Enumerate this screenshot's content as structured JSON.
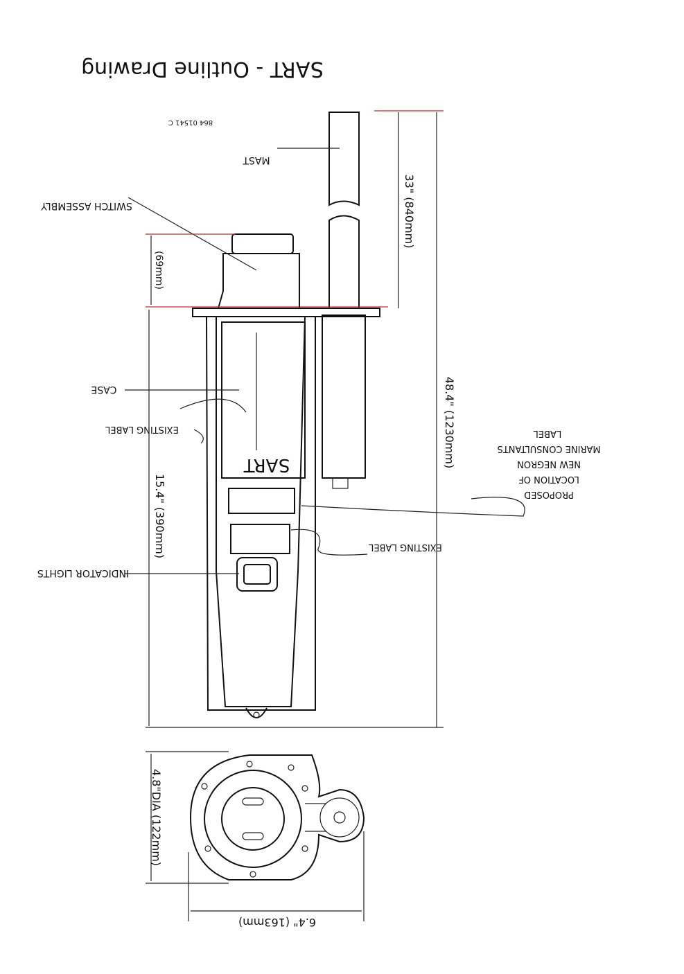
{
  "title": "SART - Outline Drawing",
  "drawing_number": "864 01541 C",
  "labels": {
    "mast": "MAST",
    "switch_assembly": "SWITCH ASSEMBLY",
    "case": "CASE",
    "existing_label_1": "EXISTING LABEL",
    "existing_label_2": "EXISTING LABEL",
    "sart_marking": "SART",
    "indicator_lights": "INDICATOR LIGHTS",
    "proposed": [
      "PROPOSED",
      "LOCATION OF",
      "NEW NEGRON",
      "MARINE CONSULTANTS",
      "LABEL"
    ]
  },
  "dimensions": {
    "mast": "33\" (840mm)",
    "overall": "48.4\" (1230mm)",
    "case": "15.4\" (390mm)",
    "switch": "(69mm)",
    "diameter": "4.8\"DIA (122mm)",
    "width": "6.4\" (163mm)"
  }
}
